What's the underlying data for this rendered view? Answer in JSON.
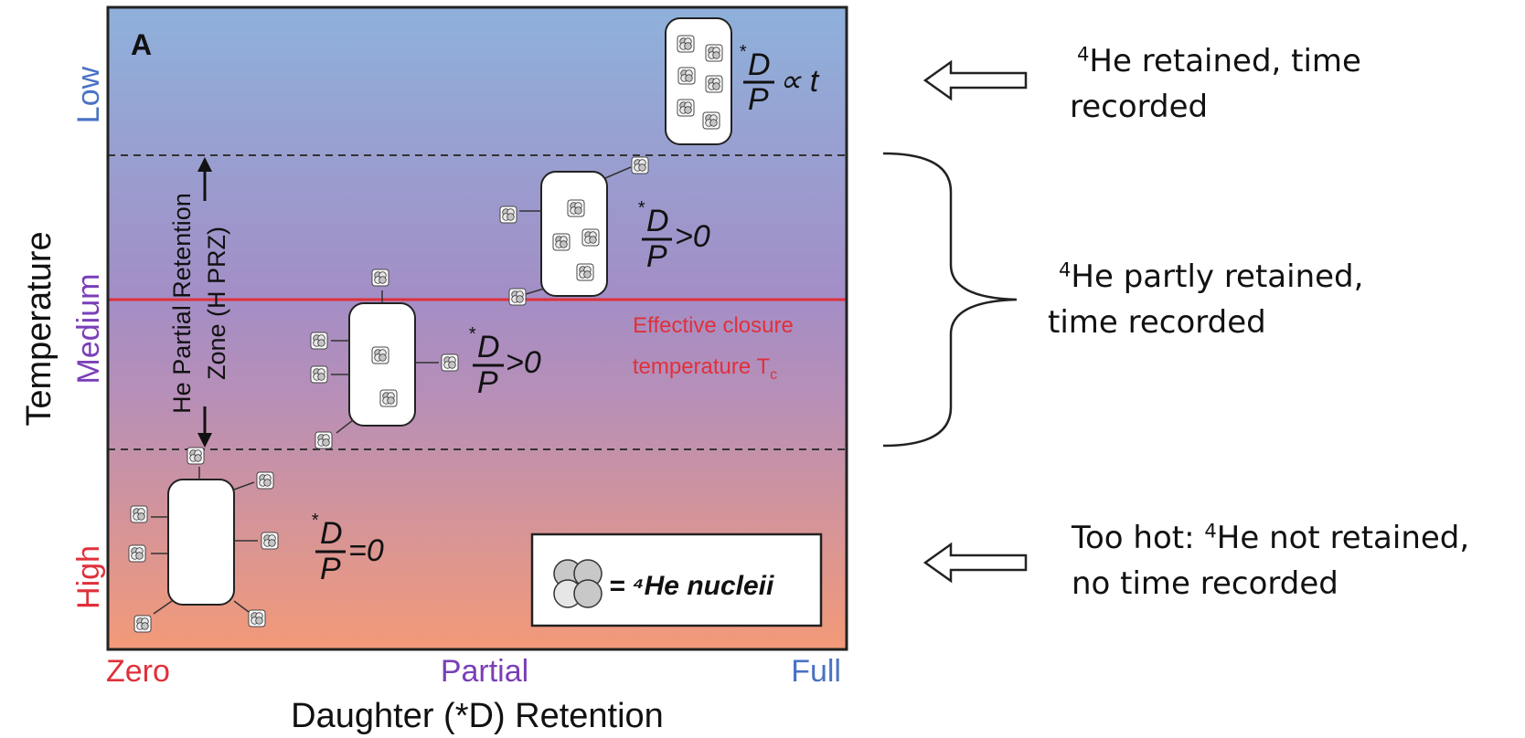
{
  "panel_label": "A",
  "axes": {
    "y_title": "Temperature",
    "y_levels": [
      {
        "text": "Low",
        "color": "#4a72c4"
      },
      {
        "text": "Medium",
        "color": "#7a3fb8"
      },
      {
        "text": "High",
        "color": "#e0303a"
      }
    ],
    "x_title": "Daughter (*D) Retention",
    "x_levels": [
      {
        "text": "Zero",
        "color": "#e0303a"
      },
      {
        "text": "Partial",
        "color": "#7a3fb8"
      },
      {
        "text": "Full",
        "color": "#4a72c4"
      }
    ]
  },
  "zone": {
    "line1": "He Partial Retention",
    "line2": "Zone (H PRZ)"
  },
  "closure": {
    "line1": "Effective closure",
    "line2": "temperature T",
    "subscript": "c",
    "color": "#e0303a"
  },
  "ratios": {
    "full": "∝ t",
    "partial_upper": ">0",
    "partial_lower": ">0",
    "zero": "=0",
    "numerator": "D",
    "denominator": "P",
    "star": "*"
  },
  "legend": {
    "text": "= ⁴He nucleii"
  },
  "annotations": {
    "low": {
      "sup": "4",
      "line1": "He retained, time",
      "line2": "recorded"
    },
    "medium": {
      "sup": "4",
      "line1": "He partly retained,",
      "line2": "time recorded"
    },
    "high": {
      "pre": "Too hot: ",
      "sup": "4",
      "line1": "He not retained,",
      "line2": "no time recorded"
    }
  },
  "colors": {
    "bg_top": "#8eb1db",
    "bg_mid": "#a38ec6",
    "bg_bottom": "#f39a78",
    "closure_line": "#e0303a",
    "frame": "#222222"
  }
}
